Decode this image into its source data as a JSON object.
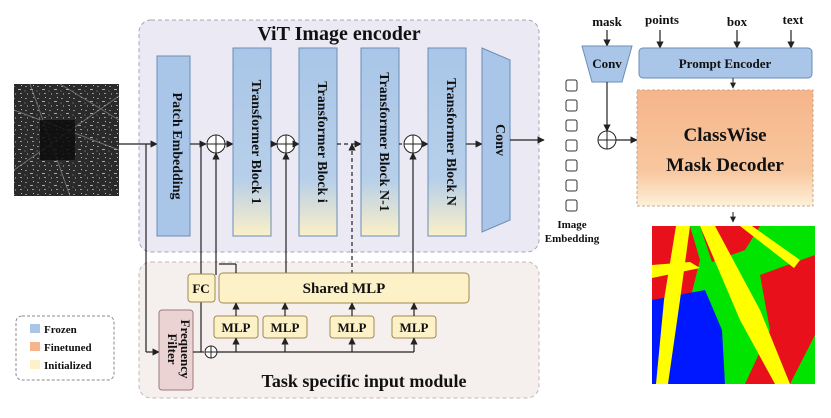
{
  "encoder": {
    "title": "ViT Image encoder"
  },
  "blocks": {
    "patch": "Patch Embedding",
    "tb1": "Transformer Block 1",
    "tbi": "Transformer Block i",
    "tbn1": "Transformer Block N-1",
    "tbn": "Transformer Block N",
    "conv": "Conv"
  },
  "task_module": {
    "title": "Task specific input module",
    "shared_mlp": "Shared MLP",
    "fc": "FC",
    "mlp": [
      "MLP",
      "MLP",
      "MLP",
      "MLP"
    ],
    "freq_filter": [
      "Frequency",
      "Filter"
    ]
  },
  "prompts": {
    "mask": "mask",
    "points": "points",
    "box": "box",
    "text": "text",
    "conv": "Conv",
    "prompt_encoder": "Prompt Encoder"
  },
  "embedding": {
    "label": [
      "Image",
      "Embedding"
    ]
  },
  "decoder": {
    "line1": "ClassWise",
    "line2": "Mask Decoder"
  },
  "legend": [
    {
      "label": "Frozen",
      "color": "#a9c6e8"
    },
    {
      "label": "Finetuned",
      "color": "#f6b58a"
    },
    {
      "label": "Initialized",
      "color": "#fdf1c8"
    }
  ],
  "colors": {
    "frozen": "#a9c6e8",
    "finetuned": "#f6b58a",
    "initialized": "#fdf1c8",
    "seg_green": "#00e400",
    "seg_blue": "#0018ff",
    "seg_yellow": "#ffff00",
    "seg_red": "#e8101a"
  }
}
